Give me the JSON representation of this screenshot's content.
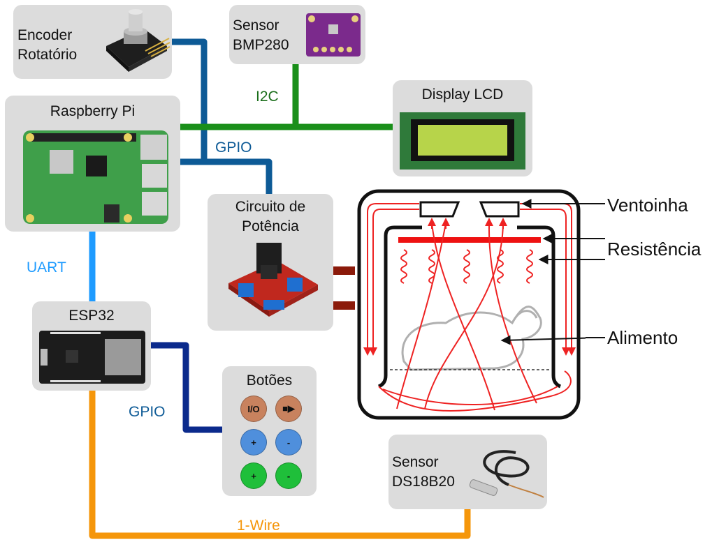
{
  "components": {
    "encoder": {
      "line1": "Encoder",
      "line2": "Rotatório"
    },
    "bmp280": {
      "line1": "Sensor",
      "line2": "BMP280"
    },
    "raspberry": {
      "title": "Raspberry Pi"
    },
    "lcd": {
      "title": "Display LCD"
    },
    "power": {
      "line1": "Circuito de",
      "line2": "Potência"
    },
    "esp32": {
      "title": "ESP32"
    },
    "buttons": {
      "title": "Botões",
      "items": [
        {
          "label": "I/O",
          "color": "#c8825e"
        },
        {
          "label": "■▶",
          "color": "#c8825e"
        },
        {
          "label": "+",
          "color": "#4f8fdc"
        },
        {
          "label": "-",
          "color": "#4f8fdc"
        },
        {
          "label": "+",
          "color": "#1fbf3a"
        },
        {
          "label": "-",
          "color": "#1fbf3a"
        }
      ]
    },
    "ds18b20": {
      "line1": "Sensor",
      "line2": "DS18B20"
    }
  },
  "connections": {
    "i2c": {
      "label": "I2C",
      "color": "#1a8f1a",
      "label_color": "#1a6e1a"
    },
    "gpio_rpi": {
      "label": "GPIO",
      "color": "#0d5a96",
      "label_color": "#0d5a96"
    },
    "uart": {
      "label": "UART",
      "color": "#1e9bff",
      "label_color": "#1e9bff"
    },
    "gpio_esp": {
      "label": "GPIO",
      "color": "#0b2a8c",
      "label_color": "#0d5a96"
    },
    "onewire": {
      "label": "1-Wire",
      "color": "#f5960a",
      "label_color": "#f5960a"
    },
    "power_out": {
      "color": "#8b1a0a"
    }
  },
  "oven": {
    "callouts": {
      "fan": "Ventoinha",
      "heater": "Resistência",
      "food": "Alimento"
    }
  }
}
